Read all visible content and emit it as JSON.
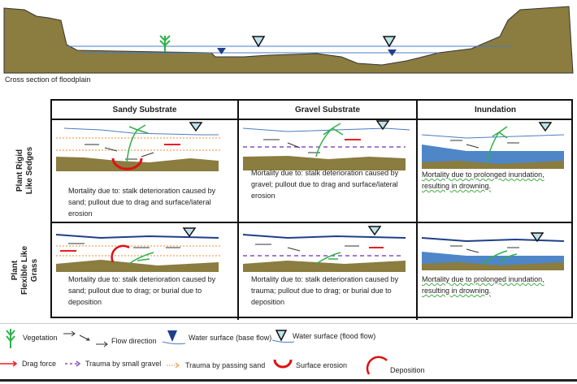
{
  "cross_section": {
    "caption": "Cross section of floodplain"
  },
  "columns": [
    "Sandy Substrate",
    "Gravel Substrate",
    "Inundation"
  ],
  "rows": [
    {
      "label": "Plant Rigid Like Sedges",
      "cells": [
        "Mortality due to: stalk deterioration caused by sand; pullout due to drag and surface/lateral erosion",
        "Mortality due to: stalk deterioration caused by gravel; pullout due to drag and surface/lateral erosion",
        "Mortality due to prolonged inundation, resulting in drowning."
      ]
    },
    {
      "label": "Plant Flexible Like Grass",
      "cells": [
        "Mortality due to: stalk deterioration caused by sand; pullout due to drag; or burial due to deposition",
        "Mortality due to: stalk deterioration caused by trauma; pullout due to drag; or burial due to deposition",
        "Mortality due to prolonged inundation, resulting in drowning."
      ]
    }
  ],
  "legend": {
    "vegetation": "Vegetation",
    "flow": "Flow direction",
    "base": "Water surface (base flow)",
    "flood": "Water surface (flood flow)",
    "drag": "Drag force",
    "gravel": "Trauma by small gravel",
    "sand": "Trauma by passing sand",
    "erosion": "Surface erosion",
    "deposition": "Deposition"
  },
  "colors": {
    "ground": "#8b7c3f",
    "water_line": "#4a7cc0",
    "water_fill": "#4f86c8",
    "vegetation": "#2fb24a",
    "drag": "#e82020",
    "gravel": "#8a4fc0",
    "sand": "#f08a30",
    "erosion": "#e01010"
  }
}
